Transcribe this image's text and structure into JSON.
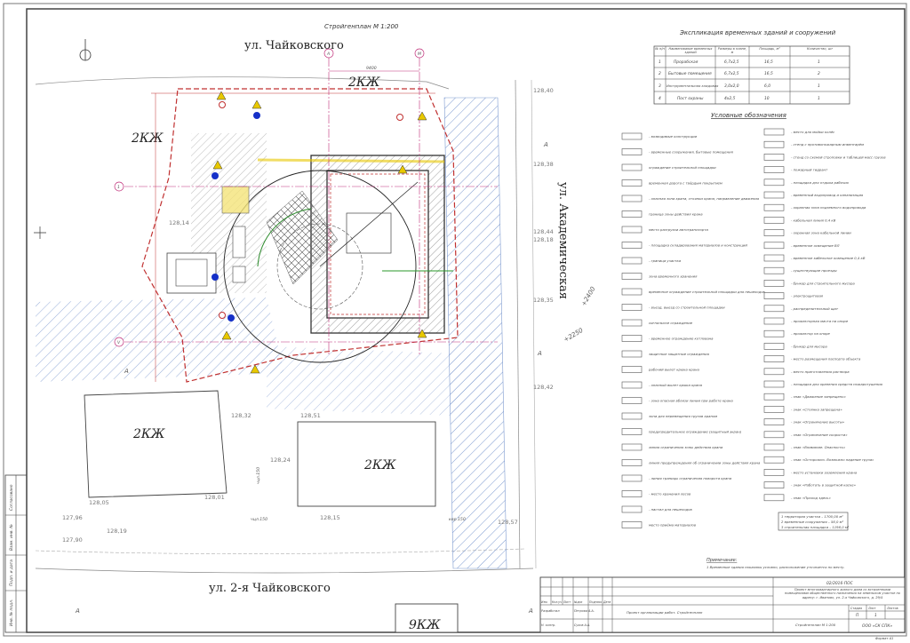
{
  "plan": {
    "title": "Стройгенплан М 1:200",
    "streets": [
      "ул. Чайковского",
      "ул. Академическая",
      "ул. 2-я Чайковского"
    ],
    "buildings": [
      "2КЖ",
      "2КЖ",
      "2КЖ",
      "2КЖ",
      "9КЖ"
    ],
    "axes": [
      "А",
      "М",
      "1",
      "V"
    ],
    "dimension_top": "9400",
    "marks": [
      "+2400",
      "+2250",
      "чцл.150",
      "чцл.150",
      "кер.150",
      "А",
      "А",
      "А",
      "А",
      "А"
    ],
    "elevations": [
      "128,40",
      "128,38",
      "128,44",
      "128,18",
      "128,35",
      "128,42",
      "128,14",
      "128,05",
      "127,96",
      "127,90",
      "128,01",
      "128,32",
      "128,51",
      "128,24",
      "128,15",
      "128,57",
      "128,19"
    ],
    "colors": {
      "axis": "#c0307a",
      "crane": "#222222",
      "hatch": "#6b8fc9",
      "fence": "#c03030",
      "warning": "#e8c800",
      "sign_blue": "#1530c8",
      "zone": "#f4e47a"
    }
  },
  "explication": {
    "title": "Экспликация временных зданий и сооружений",
    "headers": [
      "№ п/п",
      "Наименование временных зданий",
      "Размеры в плане, м",
      "Площадь, м²",
      "Количество, шт"
    ],
    "rows": [
      [
        "1",
        "Прорабская",
        "6,7x2,5",
        "16,5",
        "1"
      ],
      [
        "2",
        "Бытовые помещения",
        "6,7x2,5",
        "16,5",
        "2"
      ],
      [
        "3",
        "Инструментальная кладовая",
        "3,0x2,0",
        "6,0",
        "1"
      ],
      [
        "4",
        "Пост охраны",
        "4x2,5",
        "10",
        "1"
      ]
    ]
  },
  "legend": {
    "title": "Условные обозначения",
    "left": [
      "- возводимые конструкции",
      "- временные сооружения, бытовые помещения",
      "ограждение строительной площадки",
      "временная дорога с твёрдым покрытием",
      "- опасная зона крана, стоянки крана, направление движения",
      "граница зоны действия крана",
      "место разгрузки автотранспорта",
      "- площадка складирования материалов и конструкций",
      "- граница участка",
      "зона временного хранения",
      "временное ограждение строительной площадки для пешеходов",
      "- въезд, выезд со строительной площадки",
      "сигнальное ограждение",
      "- временное ограждение котлована",
      "защитные защитные ограждения",
      "рабочий вылет крюка крана",
      "- опасный вылет крюка крана",
      "- зона опасная вблизи линии при работе крана",
      "зона для перемещения грузов краном",
      "предупредительное ограждение (защитный экран)",
      "линия ограничения зоны действия крана",
      "линия предупреждения об ограничении зоны действия крана",
      "- линия границы ограничения поворота крана",
      "- место хранения лесов",
      "- настил для пешеходов",
      "место приёма материалов"
    ],
    "right": [
      "- место для мойки колёс",
      "- стенд с противопожарным инвентарём",
      "- стенд со схемой строповки и таблицей масс грузов",
      "- пожарный гидрант",
      "- площадка для отдыха рабочих",
      "- временный водопровод и канализация",
      "- охранная зона подземного водопровода",
      "- кабельная линия 0,4 кВ",
      "- охранная зона кабельной линии",
      "- временное освещение ВЛ",
      "- временное кабельное освещение 0,4 кВ",
      "- существующие проезды",
      "- бункер для строительного мусора",
      "- электрощитовая",
      "- распределительный щит",
      "- прожекторная мачта на опоре",
      "- прожектор на опоре",
      "- бункер для мусора",
      "- место размещения паспорта объекта",
      "- место приготовления раствора",
      "- площадка для хранения средств пожаротушения",
      "- знак «Движение запрещено»",
      "- знак «Стоянка запрещена»",
      "- знак «Ограничение высоты»",
      "- знак «Ограничение скорости»",
      "- знак «Внимание. Опасность»",
      "- знак «Осторожно. Возможно падение груза»",
      "- место установки заземления крана",
      "- знак «Работать в защитной каске»",
      "- знак «Проход здесь»"
    ]
  },
  "areas": [
    "1 территория участка – 1700,00 м²",
    "2 временные сооружения – 56,0 м²",
    "3 строительная площадка – 1198,0 м²"
  ],
  "note": {
    "title": "Примечание:",
    "text": "1 Временные здания показаны условно, расположение уточняется по месту."
  },
  "title_block": {
    "code": "02/2016-ПОС",
    "project": "Проект многоквартирного жилого дома со встроенными помещениями общественного назначения на земельном участке по адресу: г. Иваново, ул. 2-я Чайковского, д. 29/4",
    "headers": [
      "Изм.",
      "Кол.уч",
      "Лист",
      "№док",
      "Подпись",
      "Дата"
    ],
    "roles": [
      "Разработал",
      "Н. контр."
    ],
    "names": [
      "Петрова А.А.",
      "Сухов А.А."
    ],
    "sheet_title": "Проект организации работ. Стройгенплан",
    "stage_label": "Стадия",
    "sheet_label": "Лист",
    "sheets_label": "Листов",
    "stage": "П",
    "sheet": "1",
    "ref": "Стройгенплан М 1:200",
    "org": "ООО «СК СПК»",
    "format": "Формат А1"
  },
  "left_stamp": [
    "Инв. № подл.",
    "Подп. и дата",
    "Взам. инв. №",
    "Согласовано"
  ]
}
